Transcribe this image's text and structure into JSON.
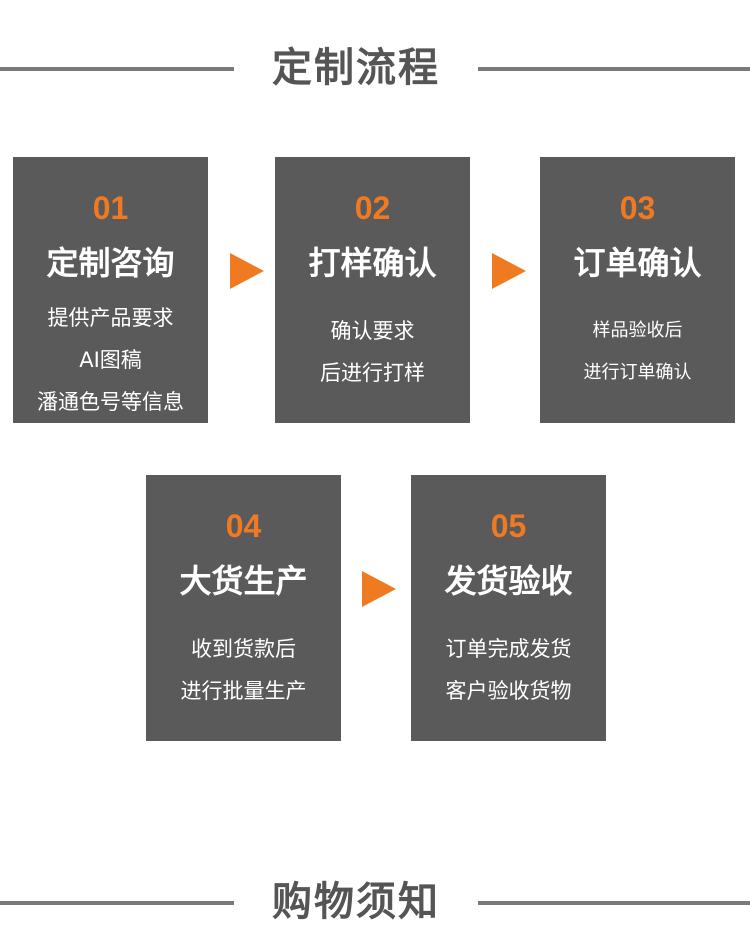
{
  "section_process": {
    "title": "定制流程"
  },
  "section_notice": {
    "title": "购物须知"
  },
  "steps": [
    {
      "number": "01",
      "name": "定制咨询",
      "lines": [
        "提供产品要求",
        "AI图稿",
        "潘通色号等信息"
      ]
    },
    {
      "number": "02",
      "name": "打样确认",
      "lines": [
        "确认要求",
        "后进行打样"
      ]
    },
    {
      "number": "03",
      "name": "订单确认",
      "lines": [
        "样品验收后",
        "进行订单确认"
      ]
    },
    {
      "number": "04",
      "name": "大货生产",
      "lines": [
        "收到货款后",
        "进行批量生产"
      ]
    },
    {
      "number": "05",
      "name": "发货验收",
      "lines": [
        "订单完成发货",
        "客户验收货物"
      ]
    }
  ],
  "colors": {
    "card_background": "#5a5a5a",
    "accent_orange": "#f07a22",
    "heading_gray": "#555555",
    "rule_gray": "#7a7a7a"
  }
}
